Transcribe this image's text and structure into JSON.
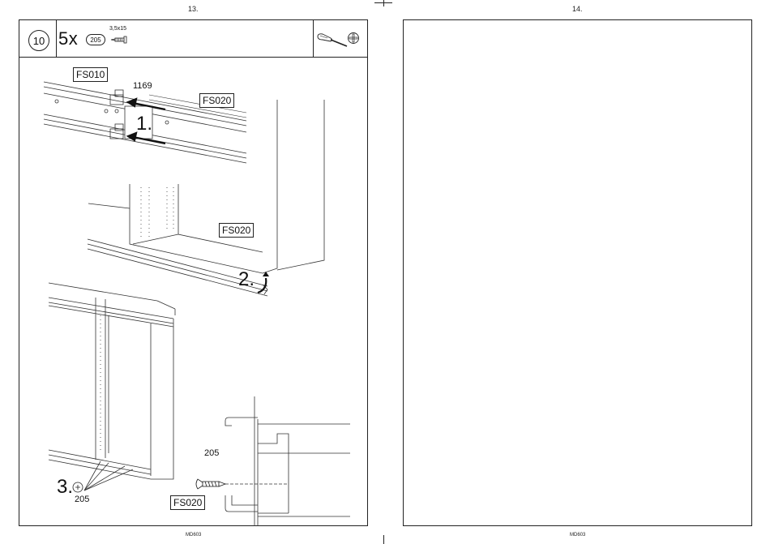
{
  "pages": {
    "left_number": "13.",
    "right_number": "14.",
    "left_footer": "MD603",
    "right_footer": "MD603"
  },
  "step": {
    "number": "10",
    "quantity": "5x",
    "part_number": "205",
    "screw_size": "3,5x15"
  },
  "tools": {
    "icons": [
      "screwdriver-icon",
      "phillips-head-icon"
    ]
  },
  "labels": {
    "fs010": "FS010",
    "part_1169": "1169",
    "fs020_top": "FS020",
    "fs020_bottom_rail": "FS020",
    "fs020_detail": "FS020",
    "screw_205_detail": "205",
    "screw_205_step3": "205"
  },
  "substeps": {
    "one": "1.",
    "two": "2.",
    "three": "3."
  }
}
